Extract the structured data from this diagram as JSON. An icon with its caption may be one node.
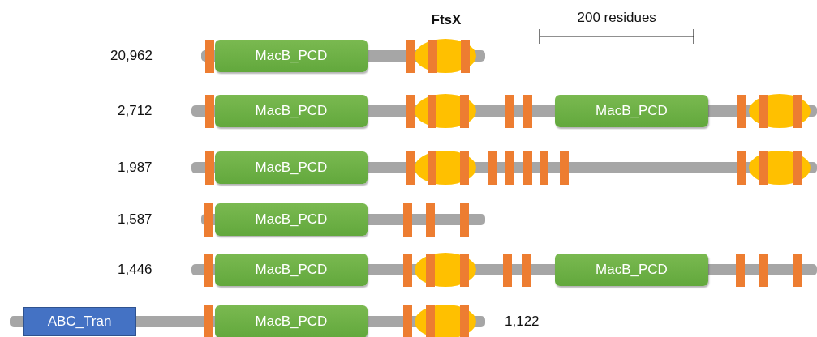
{
  "diagram": {
    "nodes": [
      {
        "text": [
          "MacB_PCD"
        ]
      },
      {
        "text": [
          "MacB_PCD"
        ]
      },
      {
        "text": [
          "MacB_PCD"
        ]
      },
      {
        "text": [
          "MacB_PCD"
        ]
      },
      {
        "text": [
          "MacB_PCD"
        ]
      },
      {
        "text": [
          "MacB_PCD"
        ]
      },
      {
        "text": [
          "MacB_PCD"
        ]
      },
      {
        "text": [
          "ABC_Tran"
        ]
      },
      {
        "text": [
          "MacB_PCD"
        ]
      }
    ],
    "edges": [],
    "labels": [
      "FtsX",
      "200 residues",
      "20,962",
      "2,712",
      "1,987",
      "1,587",
      "1,446",
      "1,122"
    ]
  }
}
